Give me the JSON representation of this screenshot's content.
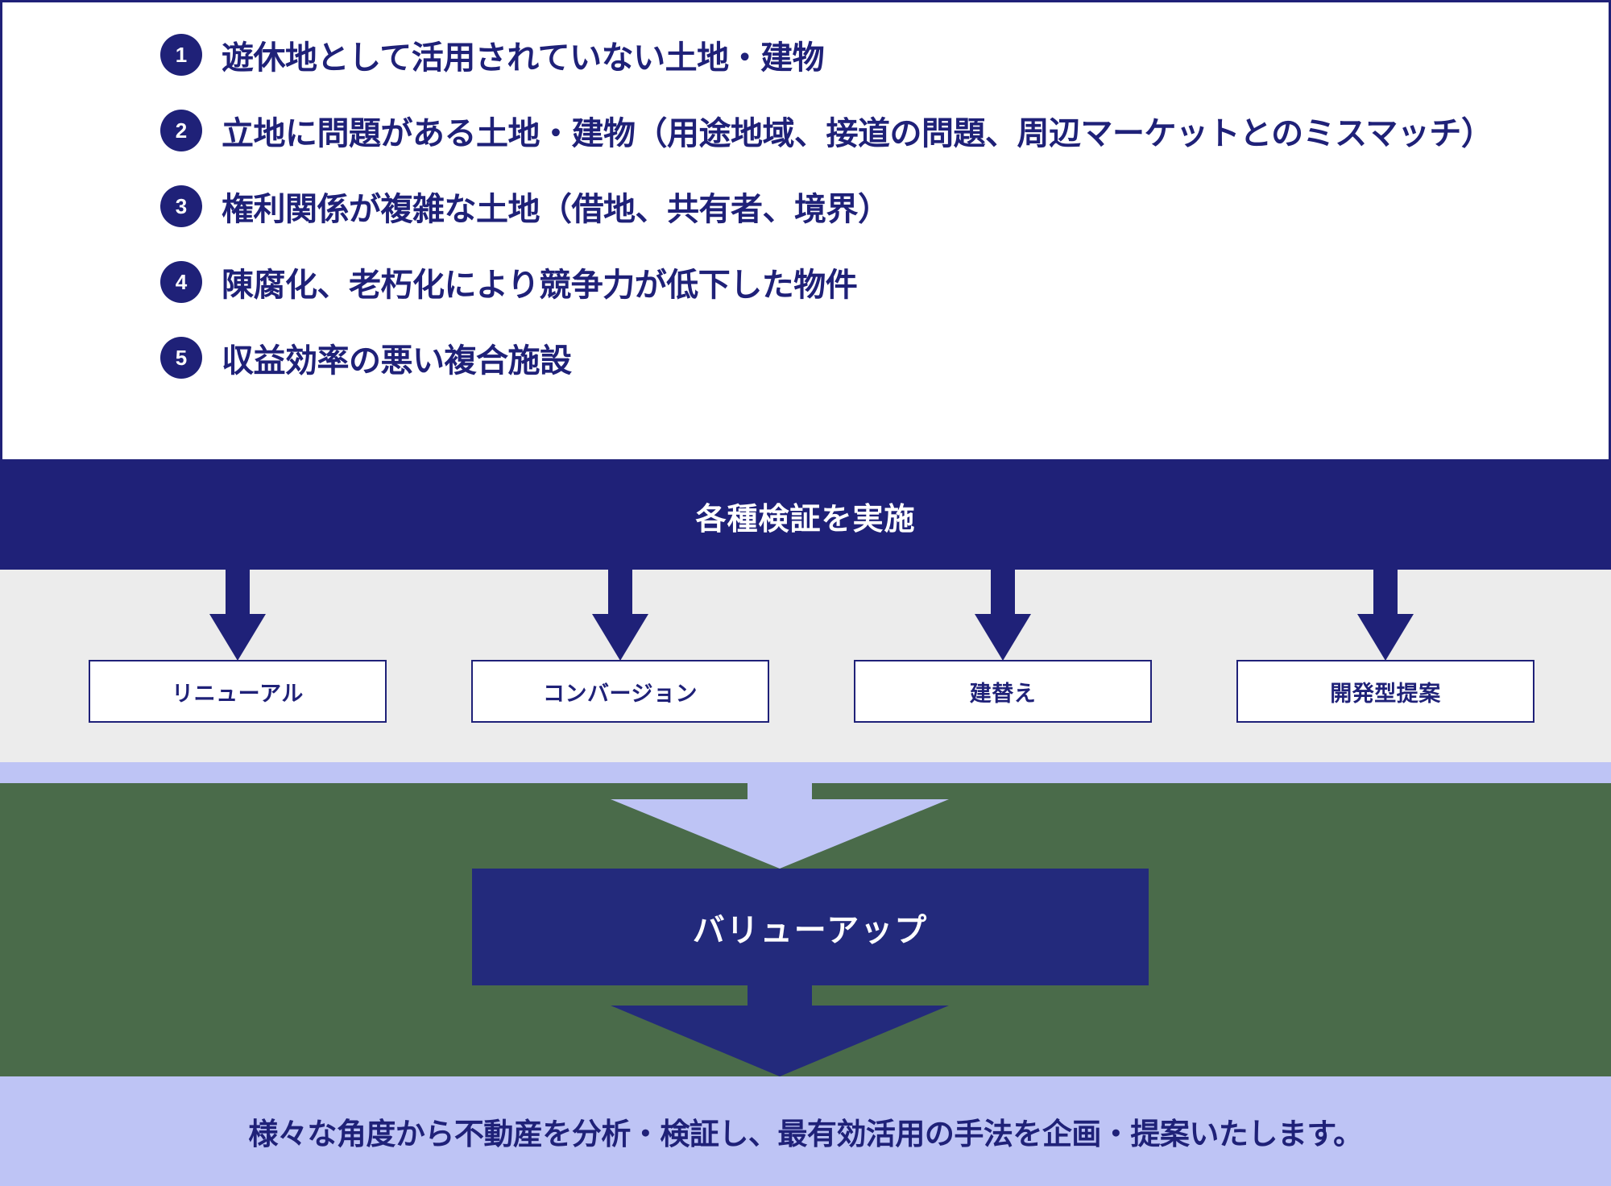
{
  "colors": {
    "primary_navy": "#1F2178",
    "valueup_navy": "#232A7C",
    "light_purple": "#BEC4F5",
    "light_gray": "#ECECEC",
    "green": "#4A6B4A",
    "white": "#FFFFFF"
  },
  "issues": {
    "items": [
      {
        "number": "1",
        "text": "遊休地として活用されていない土地・建物"
      },
      {
        "number": "2",
        "text": "立地に問題がある土地・建物（用途地域、接道の問題、周辺マーケットとのミスマッチ）"
      },
      {
        "number": "3",
        "text": "権利関係が複雑な土地（借地、共有者、境界）"
      },
      {
        "number": "4",
        "text": "陳腐化、老朽化により競争力が低下した物件"
      },
      {
        "number": "5",
        "text": "収益効率の悪い複合施設"
      }
    ]
  },
  "verification": {
    "label": "各種検証を実施"
  },
  "options": {
    "items": [
      {
        "label": "リニューアル"
      },
      {
        "label": "コンバージョン"
      },
      {
        "label": "建替え"
      },
      {
        "label": "開発型提案"
      }
    ]
  },
  "valueup": {
    "label": "バリューアップ"
  },
  "conclusion": {
    "text": "様々な角度から不動産を分析・検証し、最有効活用の手法を企画・提案いたします。"
  }
}
